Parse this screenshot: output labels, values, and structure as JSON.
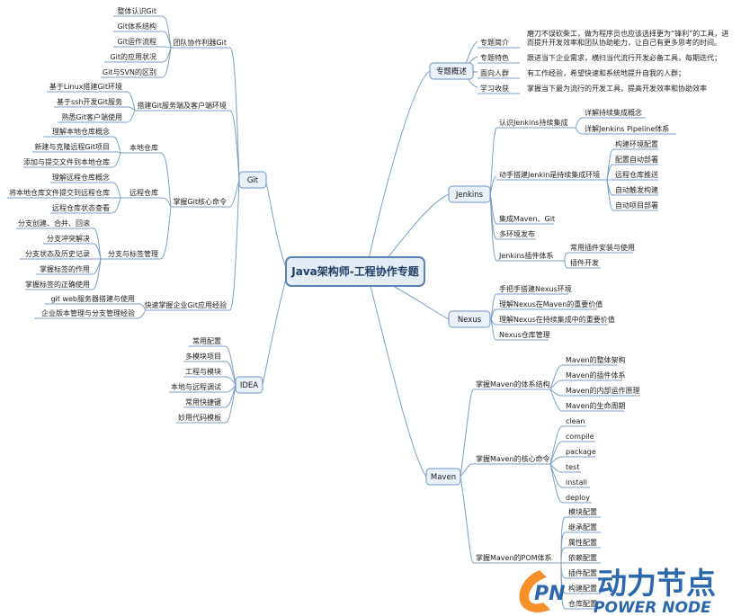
{
  "root": "Java架构师-工程协作专题",
  "branches": {
    "overview": "专题概述",
    "jenkins": "Jenkins",
    "nexus": "Nexus",
    "maven": "Maven",
    "git": "Git",
    "idea": "IDEA"
  },
  "overview": {
    "intro": {
      "label": "专题简介",
      "line1": "磨刀不误砍柴工，做为程序员也应该选择更为“锋利”的工具，进",
      "line2": "而提升开发效率和团队协助能力，让自己有更多思考的时间。"
    },
    "feature": {
      "label": "专题特色",
      "text": "跟进当下企业需求，横扫当代流行开发必备工具，每期迭代；"
    },
    "audience": {
      "label": "面向人群",
      "text": "有工作经验，希望快速和系统地提升自我的人群；"
    },
    "gain": {
      "label": "学习收获",
      "text": "掌握当下最为流行的开发工具，提高开发效率和协助效率"
    }
  },
  "jenkins": {
    "ci": {
      "label": "认识Jenkins持续集成",
      "children": [
        "详解持续集成概念",
        "详解Jenkins Pipeline体系"
      ]
    },
    "build": {
      "label": "动手搭建Jenkin是持续集成环境",
      "children": [
        "构建环境配置",
        "配置自动部署",
        "远程仓库推送",
        "自动触发构建",
        "自动项目部署"
      ]
    },
    "integrate": "集成Maven、Git",
    "multi_env": "多环境发布",
    "plugins": {
      "label": "Jenkins插件体系",
      "children": [
        "常用插件安装与使用",
        "插件开发"
      ]
    }
  },
  "nexus": [
    "手把手搭建Nexus环境",
    "理解Nexus在Maven的重要价值",
    "理解Nexus在持续集成中的重要价值",
    "Nexus仓库管理"
  ],
  "maven": {
    "arch": {
      "label": "掌握Maven的体系结构",
      "children": [
        "Maven的整体架构",
        "Maven的插件体系",
        "Maven的内部运作原理",
        "Maven的生命周期"
      ]
    },
    "cmds": {
      "label": "掌握Maven的核心命令",
      "children": [
        "clean",
        "compile",
        "package",
        "test",
        "install",
        "deploy"
      ]
    },
    "pom": {
      "label": "掌握Maven的POM体系",
      "children": [
        "模块配置",
        "继承配置",
        "属性配置",
        "依赖配置",
        "插件配置",
        "构建配置",
        "仓库配置"
      ]
    }
  },
  "git": {
    "team": {
      "label": "团队协作利器Git",
      "children": [
        "整体认识Git",
        "Git体系结构",
        "Git运作流程",
        "Git的应用状况",
        "Git与SVN的区别"
      ]
    },
    "server": {
      "label": "搭建Git服务端及客户端环境",
      "children": [
        "基于Linux搭建Git环境",
        "基于ssh开发Git服务",
        "熟悉Git客户端使用"
      ]
    },
    "core": {
      "label": "掌握Git核心命令",
      "local": {
        "label": "本地仓库",
        "children": [
          "理解本地仓库概念",
          "新建与克隆远程Git项目",
          "添加与提交文件到本地仓库"
        ]
      },
      "remote": {
        "label": "远程仓库",
        "children": [
          "理解远程仓库概念",
          "将本地仓库文件提交到远程仓库",
          "远程仓库状态查看"
        ]
      },
      "branch": {
        "label": "分支与标签管理",
        "children": [
          "分支创建、合并、回滚",
          "分支冲突解决",
          "分支状态及历史记录",
          "掌握标签的作用",
          "掌握标签的正确使用"
        ]
      }
    },
    "enterprise": {
      "label": "快速掌握企业Git应用经验",
      "children": [
        "git web服务器搭建与使用",
        "企业版本管理与分支管理经验"
      ]
    }
  },
  "idea": [
    "常用配置",
    "多模块项目",
    "工程与模块",
    "本地与远程调试",
    "常用快捷键",
    "妙用代码模板"
  ],
  "logo": {
    "cn": "动力节点",
    "en": "POWER NODE"
  },
  "colors": {
    "root_fill": "#e4ecf6",
    "root_stroke": "#5b82b4",
    "branch_fill": "#eaf1f9",
    "branch_stroke": "#6d93c2",
    "line": "#7c9fc7",
    "logo": "#1f5fa8",
    "logo_accent": "#f58a1f"
  }
}
